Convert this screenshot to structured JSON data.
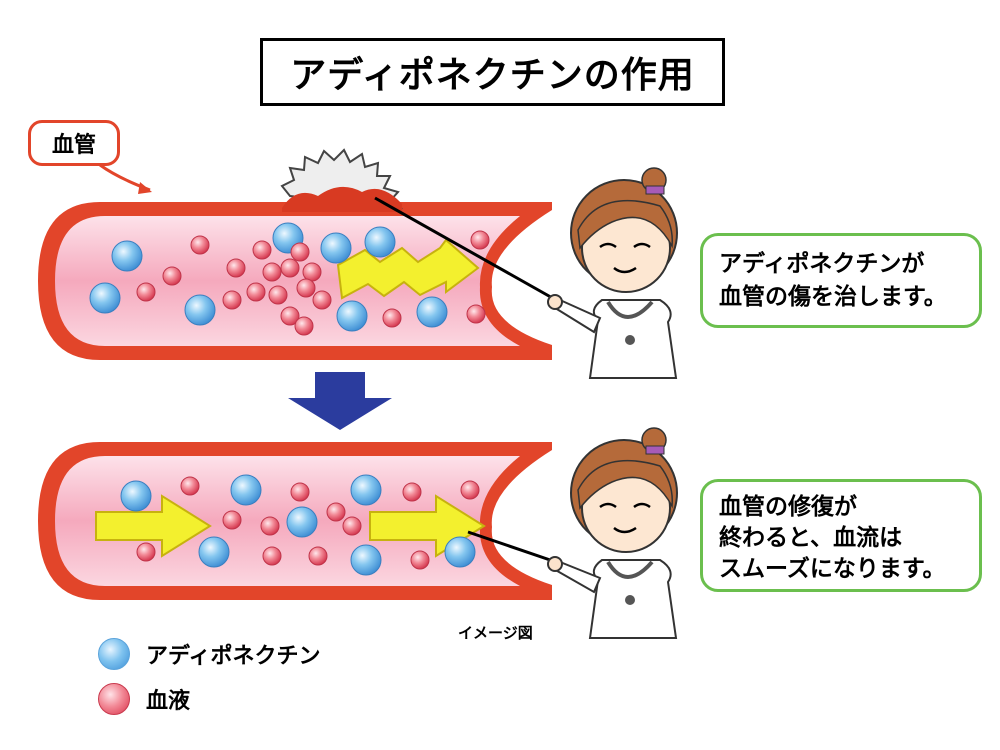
{
  "title": "アディポネクチンの作用",
  "vessel_label": "血管",
  "top_panel": {
    "speech_lines": [
      "アディポネクチンが",
      "血管の傷を治します。"
    ]
  },
  "bottom_panel": {
    "speech_lines": [
      "血管の修復が",
      "終わると、血流は",
      "スムーズになります。"
    ]
  },
  "image_note": "イメージ図",
  "legend": [
    {
      "label": "アディポネクチン",
      "color": "#4a9be0"
    },
    {
      "label": "血液",
      "color": "#e0405a"
    }
  ],
  "colors": {
    "vessel_wall": "#e2452a",
    "vessel_inner": "#f6b4c6",
    "bubble_border": "#6bbf4e",
    "arrow_yellow": "#f3f02e",
    "down_arrow": "#2b3c9e"
  }
}
